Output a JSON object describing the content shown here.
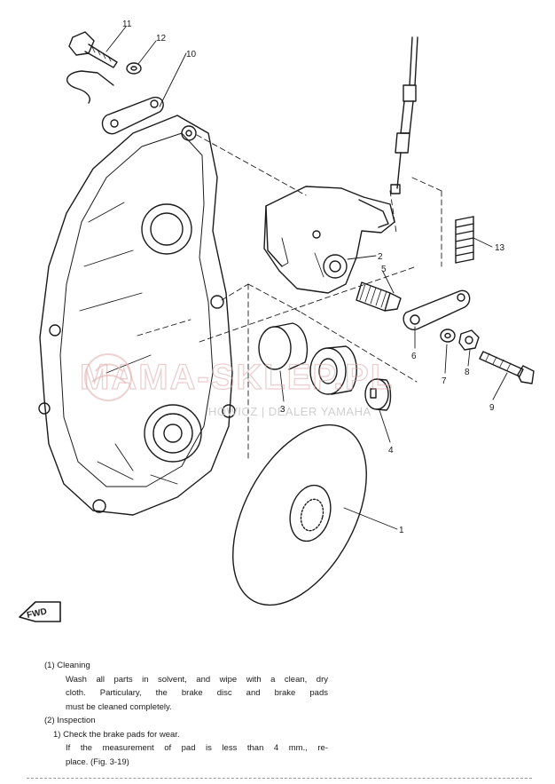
{
  "diagram": {
    "callouts": {
      "c1": "1",
      "c2": "2",
      "c3": "3",
      "c4": "4",
      "c5": "5",
      "c6": "6",
      "c7": "7",
      "c8": "8",
      "c9": "9",
      "c10": "10",
      "c11": "11",
      "c12": "12",
      "c13": "13"
    },
    "fwd_label": "FWD",
    "watermark": {
      "main": "MAMA-SKLEP.PL",
      "sub": "HOWICZ | DEALER YAMAHA"
    }
  },
  "text": {
    "cleaning_heading": "(1)  Cleaning",
    "cleaning_line1": "Wash all parts in solvent, and wipe with a clean, dry",
    "cleaning_line2": "cloth.   Particulary, the brake disc and brake pads",
    "cleaning_line3": "must be cleaned completely.",
    "inspection_heading": "(2)  Inspection",
    "inspection_step1": "1)  Check the brake pads for wear.",
    "inspection_line2": "If the measurement of pad is less than 4 mm., re-",
    "inspection_line3": "place.   (Fig. 3-19)"
  }
}
